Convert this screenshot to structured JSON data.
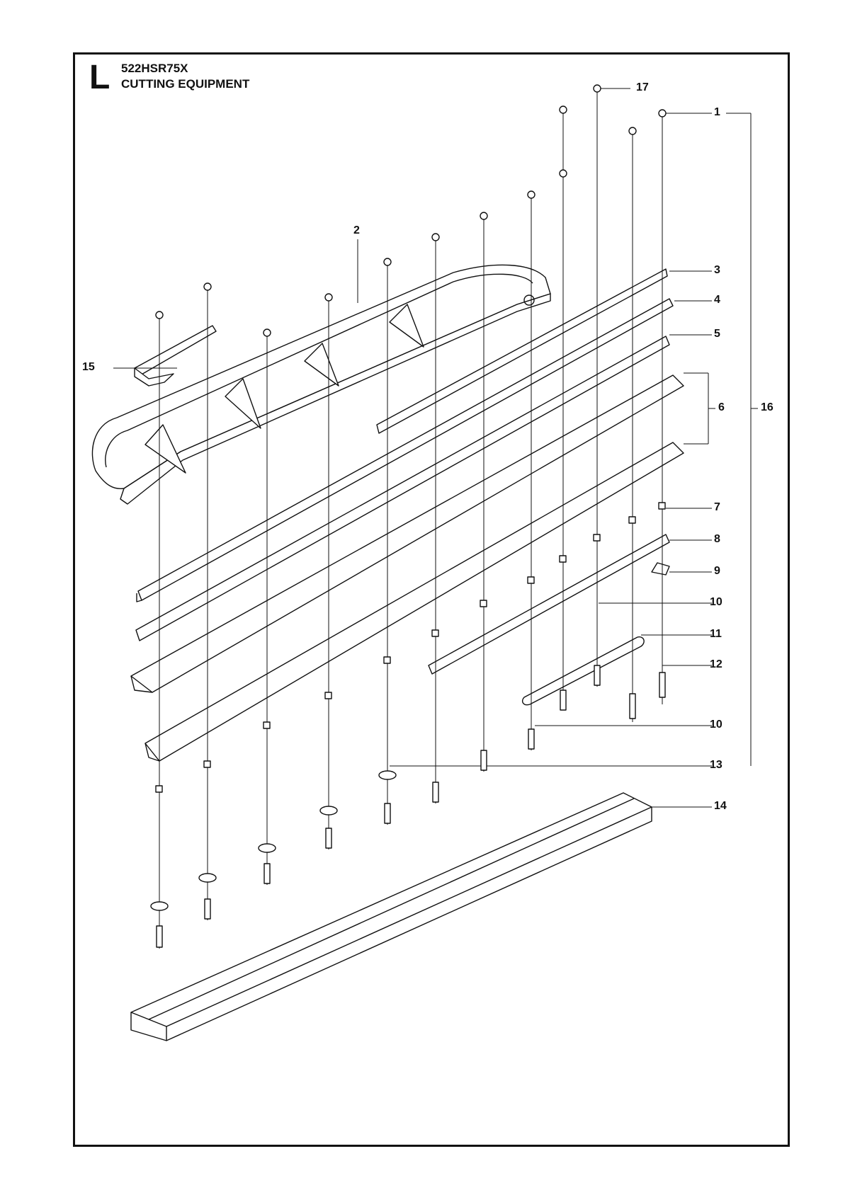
{
  "header": {
    "section_letter": "L",
    "model": "522HSR75X",
    "title": "CUTTING EQUIPMENT"
  },
  "callouts": [
    "1",
    "2",
    "3",
    "4",
    "5",
    "6",
    "7",
    "8",
    "9",
    "10",
    "11",
    "12",
    "10",
    "13",
    "14",
    "15",
    "16",
    "17"
  ]
}
